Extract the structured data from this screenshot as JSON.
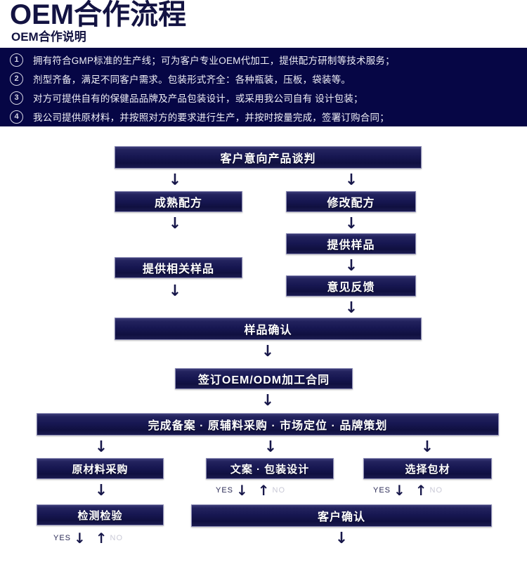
{
  "header": {
    "main_title": "OEM合作流程",
    "sub_title": "OEM合作说明"
  },
  "notes": {
    "items": [
      {
        "num": "1",
        "text": "拥有符合GMP标准的生产线；可为客户专业OEM代加工，提供配方研制等技术服务；"
      },
      {
        "num": "2",
        "text": "剂型齐备，满足不同客户需求。包装形式齐全：各种瓶装，压板，袋装等。"
      },
      {
        "num": "3",
        "text": "对方可提供自有的保健品品牌及产品包装设计，或采用我公司自有 设计包装；"
      },
      {
        "num": "4",
        "text": "我公司提供原材料，并按照对方的要求进行生产，并按时按量完成，签署订购合同；"
      }
    ]
  },
  "flow": {
    "boxes": {
      "b1": "客户意向产品谈判",
      "b2": "成熟配方",
      "b3": "修改配方",
      "b4": "提供样品",
      "b5": "提供相关样品",
      "b6": "意见反馈",
      "b7": "样品确认",
      "b8": "签订OEM/ODM加工合同",
      "b9": "完成备案 · 原辅料采购 · 市场定位 · 品牌策划",
      "b10": "原材料采购",
      "b11": "文案 · 包装设计",
      "b12": "选择包材",
      "b13": "检测检验",
      "b14": "客户确认"
    },
    "decision_labels": {
      "yes": "YES",
      "no": "NO"
    },
    "arrow_down": "↓",
    "arrow_up": "↑"
  },
  "colors": {
    "banner_bg": "#060645",
    "box_dark": "#101040",
    "box_light": "#3c3c78",
    "title": "#131342",
    "no_label": "#c9c9d6"
  }
}
